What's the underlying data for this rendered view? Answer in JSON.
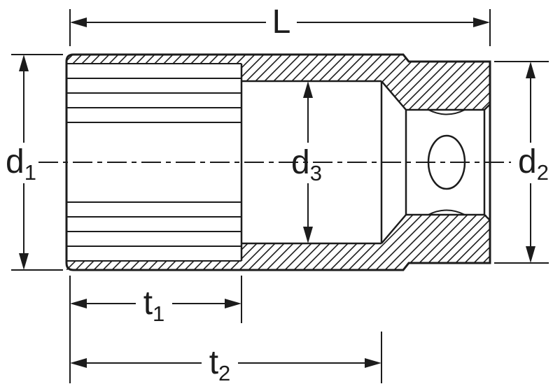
{
  "colors": {
    "background": "#ffffff",
    "line": "#1c1c1c"
  },
  "labels": {
    "L": {
      "base": "L",
      "sub": ""
    },
    "d1": {
      "base": "d",
      "sub": "1"
    },
    "d2": {
      "base": "d",
      "sub": "2"
    },
    "d3": {
      "base": "d",
      "sub": "3"
    },
    "t1": {
      "base": "t",
      "sub": "1"
    },
    "t2": {
      "base": "t",
      "sub": "2"
    }
  }
}
